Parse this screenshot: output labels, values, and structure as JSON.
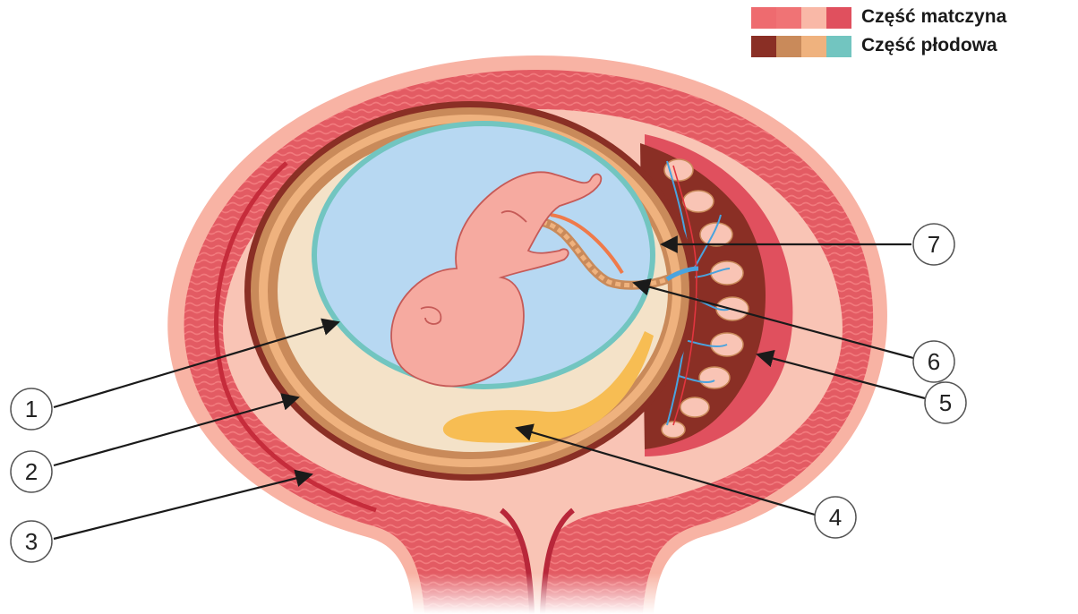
{
  "legend": {
    "maternal_label": "Część matczyna",
    "fetal_label": "Część płodowa",
    "maternal_colors": [
      "#ee6b6f",
      "#f07375",
      "#f9b8a7",
      "#e0505e"
    ],
    "fetal_colors": [
      "#8a2f25",
      "#c98a5a",
      "#efb27e",
      "#72c5c0"
    ]
  },
  "labels": {
    "l1": "1",
    "l2": "2",
    "l3": "3",
    "l4": "4",
    "l5": "5",
    "l6": "6",
    "l7": "7"
  },
  "colors": {
    "uterus_wall": "#e35b63",
    "uterus_outer": "#f8b3a4",
    "decidua": "#f9c4b5",
    "chorion_dark": "#8a2f25",
    "chorion_mid": "#c98a5a",
    "chorion_light": "#efb27e",
    "amnion": "#72c5c0",
    "amniotic_fluid": "#b7d8f2",
    "yolk_sac": "#f7bd53",
    "embryo": "#f6aaa0",
    "embryo_outline": "#c65a57"
  }
}
